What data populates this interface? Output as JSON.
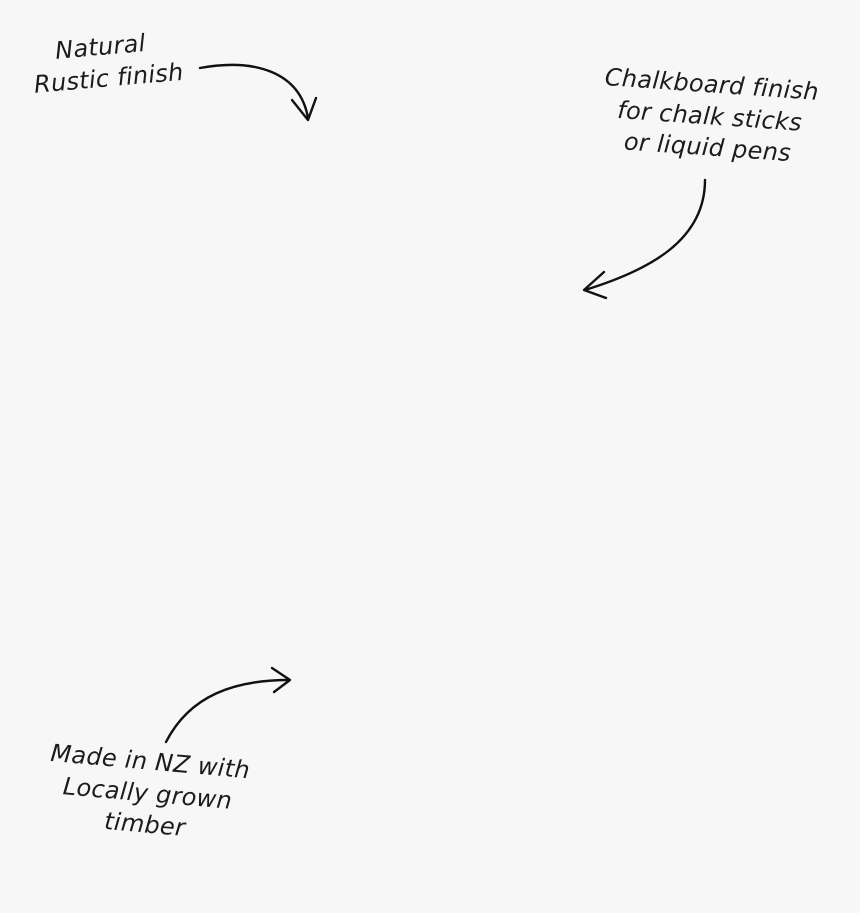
{
  "annotations": {
    "rustic": {
      "lines": [
        "Natural",
        "Rustic finish"
      ]
    },
    "chalkboard": {
      "lines": [
        "Chalkboard finish",
        "for chalk sticks",
        "or liquid pens"
      ]
    },
    "nz": {
      "lines": [
        "Made in NZ with",
        "Locally grown",
        "timber"
      ]
    }
  },
  "icons": [
    "arrow-curved-down-icon",
    "arrow-curved-left-icon",
    "arrow-curved-right-icon"
  ]
}
